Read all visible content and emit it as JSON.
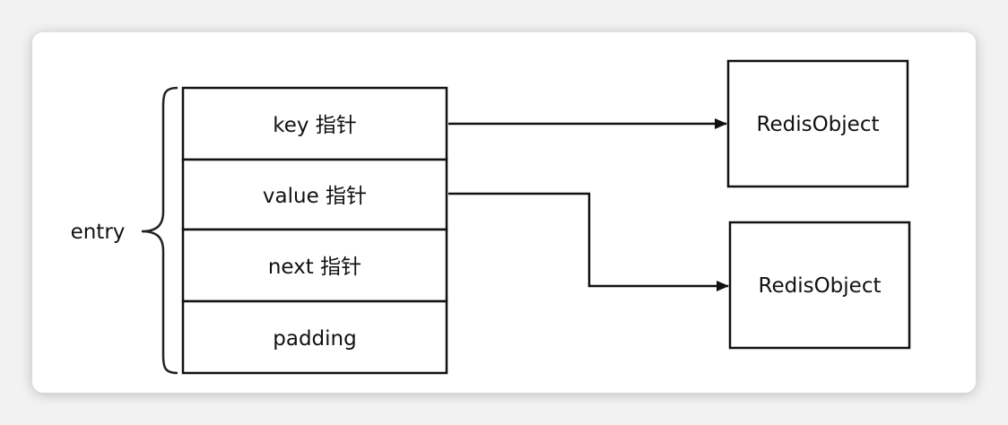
{
  "entry_label": "entry",
  "fields": [
    "key 指针",
    "value 指针",
    "next 指针",
    "padding"
  ],
  "objects": [
    "RedisObject",
    "RedisObject"
  ]
}
